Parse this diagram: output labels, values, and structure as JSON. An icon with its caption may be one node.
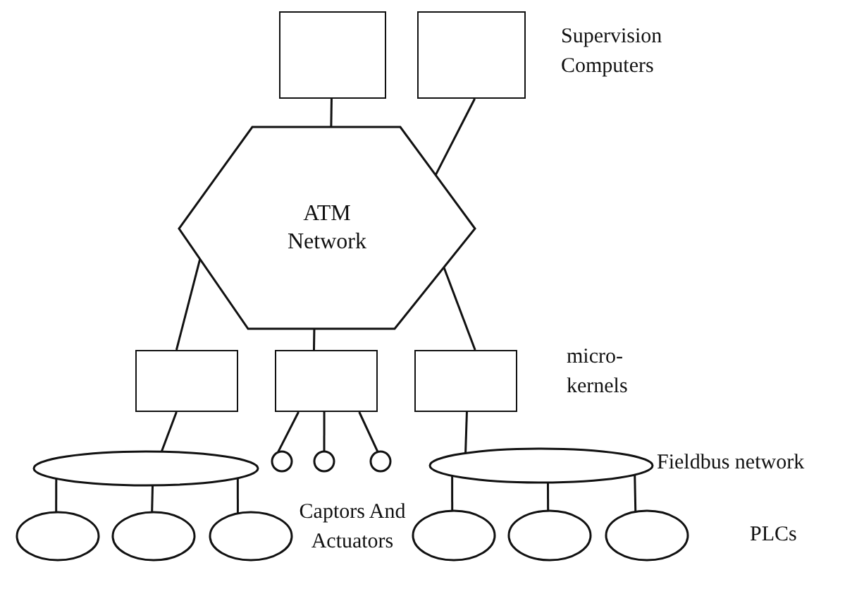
{
  "diagram": {
    "nodes": [
      {
        "text": [],
        "shape": "box"
      },
      {
        "text": [],
        "shape": "box"
      },
      {
        "text": [
          "ATM Network"
        ]
      },
      {
        "text": [],
        "shape": "box"
      },
      {
        "text": [],
        "shape": "box"
      },
      {
        "text": [],
        "shape": "box"
      },
      {
        "text": [],
        "shape": "ellipse"
      },
      {
        "text": [],
        "shape": "circle"
      },
      {
        "text": [],
        "shape": "circle"
      },
      {
        "text": [],
        "shape": "circle"
      },
      {
        "text": [],
        "shape": "ellipse"
      },
      {
        "text": [],
        "shape": "ellipse"
      },
      {
        "text": [],
        "shape": "ellipse"
      },
      {
        "text": [],
        "shape": "ellipse"
      },
      {
        "text": [],
        "shape": "ellipse"
      },
      {
        "text": [],
        "shape": "ellipse"
      },
      {
        "text": [],
        "shape": "ellipse"
      }
    ],
    "edges": [
      {
        "from": 0,
        "to": 2,
        "arrow": "none"
      },
      {
        "from": 1,
        "to": 2,
        "arrow": "none"
      },
      {
        "from": 2,
        "to": 3,
        "arrow": "none"
      },
      {
        "from": 2,
        "to": 4,
        "arrow": "none"
      },
      {
        "from": 2,
        "to": 5,
        "arrow": "none"
      },
      {
        "from": 3,
        "to": 6,
        "arrow": "none"
      },
      {
        "from": 4,
        "to": 7,
        "arrow": "none"
      },
      {
        "from": 4,
        "to": 8,
        "arrow": "none"
      },
      {
        "from": 4,
        "to": 9,
        "arrow": "none"
      },
      {
        "from": 5,
        "to": 10,
        "arrow": "none"
      },
      {
        "from": 6,
        "to": 11,
        "arrow": "none"
      },
      {
        "from": 6,
        "to": 12,
        "arrow": "none"
      },
      {
        "from": 6,
        "to": 13,
        "arrow": "none"
      },
      {
        "from": 10,
        "to": 14,
        "arrow": "none"
      },
      {
        "from": 10,
        "to": 15,
        "arrow": "none"
      },
      {
        "from": 10,
        "to": 16,
        "arrow": "none"
      }
    ],
    "labels": [
      "Supervision Computers",
      "micro-kernels",
      "Fieldbus network",
      "Captors And Actuators",
      "PLCs"
    ]
  }
}
